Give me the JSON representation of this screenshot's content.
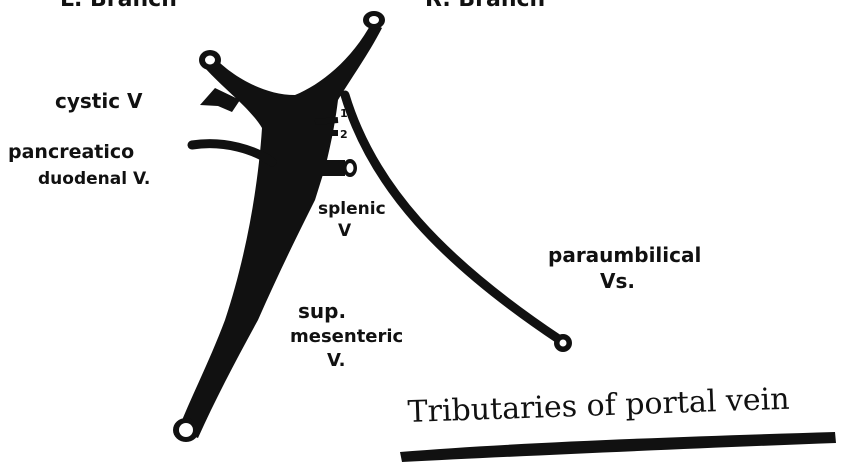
{
  "diagram": {
    "title": "Tributaries of portal vein",
    "labels": {
      "left_branch": "L. Branch",
      "right_branch": "R. Branch",
      "cystic": "cystic V",
      "pancreatico_line1": "pancreatico",
      "pancreatico_line2": "duodenal V.",
      "splenic_line1": "splenic",
      "splenic_line2": "V",
      "paraumbilical_line1": "paraumbilical",
      "paraumbilical_line2": "Vs.",
      "sup_mes_line1": "sup.",
      "sup_mes_line2": "mesenteric",
      "sup_mes_line3": "V.",
      "marker_1": "1",
      "marker_2": "2"
    },
    "colors": {
      "ink": "#111111",
      "paper": "#ffffff"
    }
  }
}
